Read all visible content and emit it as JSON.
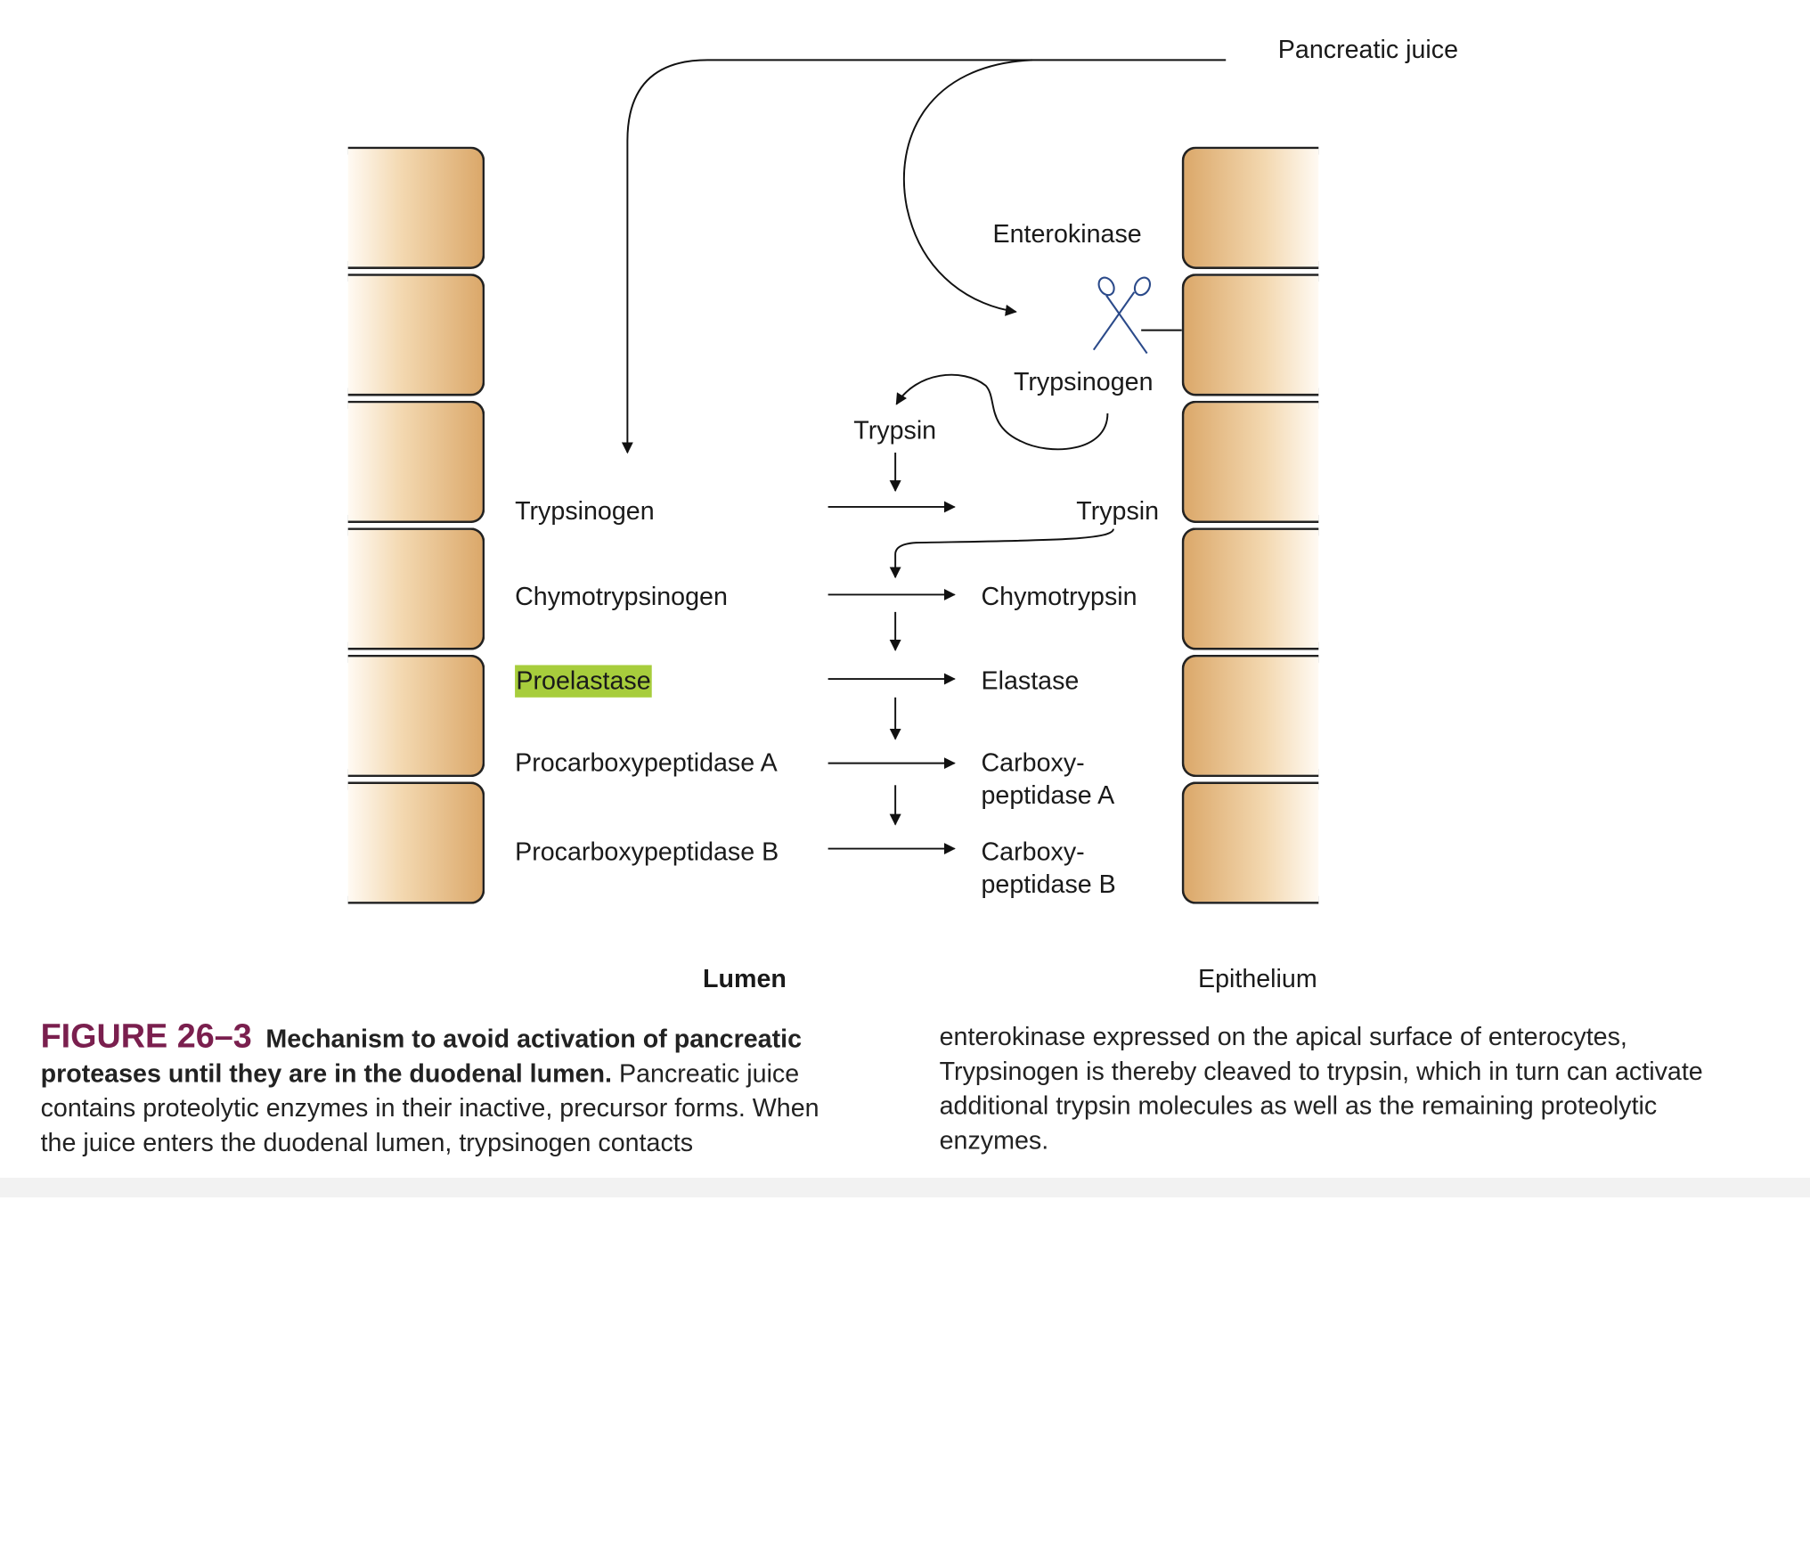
{
  "labels": {
    "pancreatic_juice": "Pancreatic juice",
    "enterokinase": "Enterokinase",
    "trypsinogen_epi": "Trypsinogen",
    "trypsin_mid": "Trypsin",
    "lumen_trypsin": "Trypsin",
    "lumen": "Lumen",
    "epithelium": "Epithelium"
  },
  "precursors": [
    "Trypsinogen",
    "Chymotrypsinogen",
    "Proelastase",
    "Procarboxypeptidase A",
    "Procarboxypeptidase B"
  ],
  "products": {
    "chymotrypsin": "Chymotrypsin",
    "elastase": "Elastase",
    "carboxy_a_1": "Carboxy-",
    "carboxy_a_2": "peptidase A",
    "carboxy_b_1": "Carboxy-",
    "carboxy_b_2": "peptidase B"
  },
  "caption": {
    "figure_number": "FIGURE 26–3",
    "title": "Mechanism to avoid activation of pancreatic proteases until they are in the duodenal lumen.",
    "body_part1": "Pancreatic juice contains proteolytic enzymes in their inactive, precursor forms. When the juice enters the duodenal lumen, trypsinogen contacts",
    "body_part2": "enterokinase expressed on the apical surface of enterocytes, Trypsinogen is thereby cleaved to trypsin, which in turn can activate additional trypsin molecules as well as the remaining proteolytic enzymes."
  },
  "colors": {
    "highlight": "#a7cd3c",
    "figure_number": "#7a1f4e",
    "cell_tan": "#dba86a",
    "scissors": "#2b4a8a"
  },
  "icons": {
    "scissors": "scissors-icon"
  }
}
